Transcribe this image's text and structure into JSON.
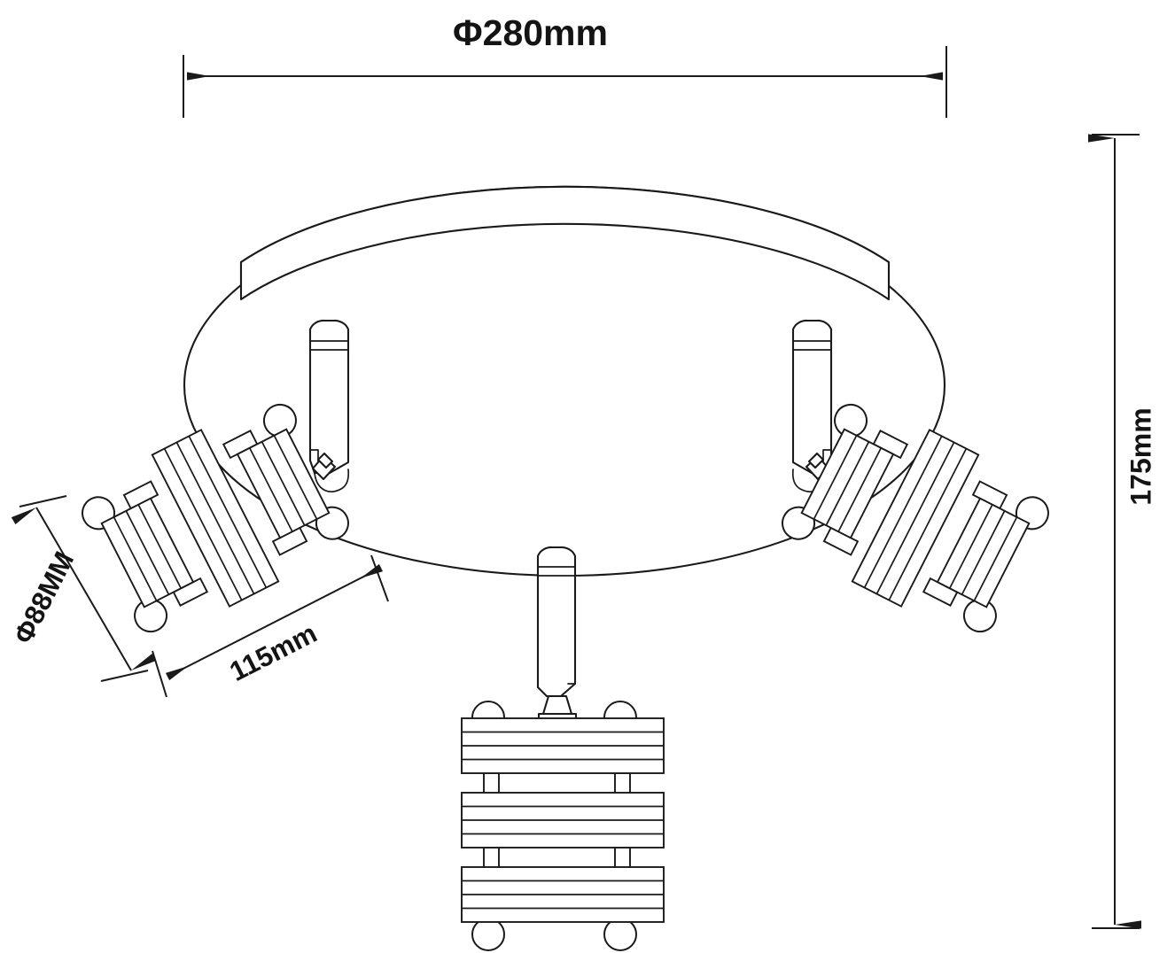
{
  "drawing": {
    "title": "Triple spotlight ceiling light — dimensioned technical drawing",
    "units": "mm",
    "line_color": "#1a1a1a",
    "background_color": "#ffffff"
  },
  "dimensions": {
    "overall_diameter": {
      "label": "Φ280mm",
      "value": 280,
      "unit": "mm",
      "orientation": "horizontal",
      "position": "top",
      "name": "ceiling-plate-diameter"
    },
    "overall_height": {
      "label": "175mm",
      "value": 175,
      "unit": "mm",
      "orientation": "vertical-rotated",
      "position": "right",
      "name": "overall-height"
    },
    "head_diameter": {
      "label": "Φ88MM",
      "value": 88,
      "unit": "MM",
      "orientation": "diagonal-rotated",
      "position": "left",
      "name": "lamp-head-diameter"
    },
    "head_length": {
      "label": "115mm",
      "value": 115,
      "unit": "mm",
      "orientation": "diagonal",
      "position": "lower-left",
      "name": "lamp-head-length"
    }
  },
  "components": {
    "ceiling_plate": {
      "name": "round ceiling canopy plate",
      "shape": "cylinder-disc",
      "diameter_mm": 280
    },
    "lamp_heads": [
      {
        "id": "left",
        "name": "left spotlight head",
        "rotation_deg": -27,
        "fin_blocks": 3,
        "fins_per_block": 4,
        "studs": 4
      },
      {
        "id": "right",
        "name": "right spotlight head",
        "rotation_deg": 27,
        "fin_blocks": 3,
        "fins_per_block": 4,
        "studs": 4
      },
      {
        "id": "center",
        "name": "center spotlight head",
        "rotation_deg": 0,
        "fin_blocks": 3,
        "fins_per_block": 4,
        "studs": 4
      }
    ],
    "arms": [
      {
        "id": "left-arm",
        "name": "left adjustable arm"
      },
      {
        "id": "right-arm",
        "name": "right adjustable arm"
      },
      {
        "id": "center-arm",
        "name": "center adjustable arm"
      }
    ]
  }
}
